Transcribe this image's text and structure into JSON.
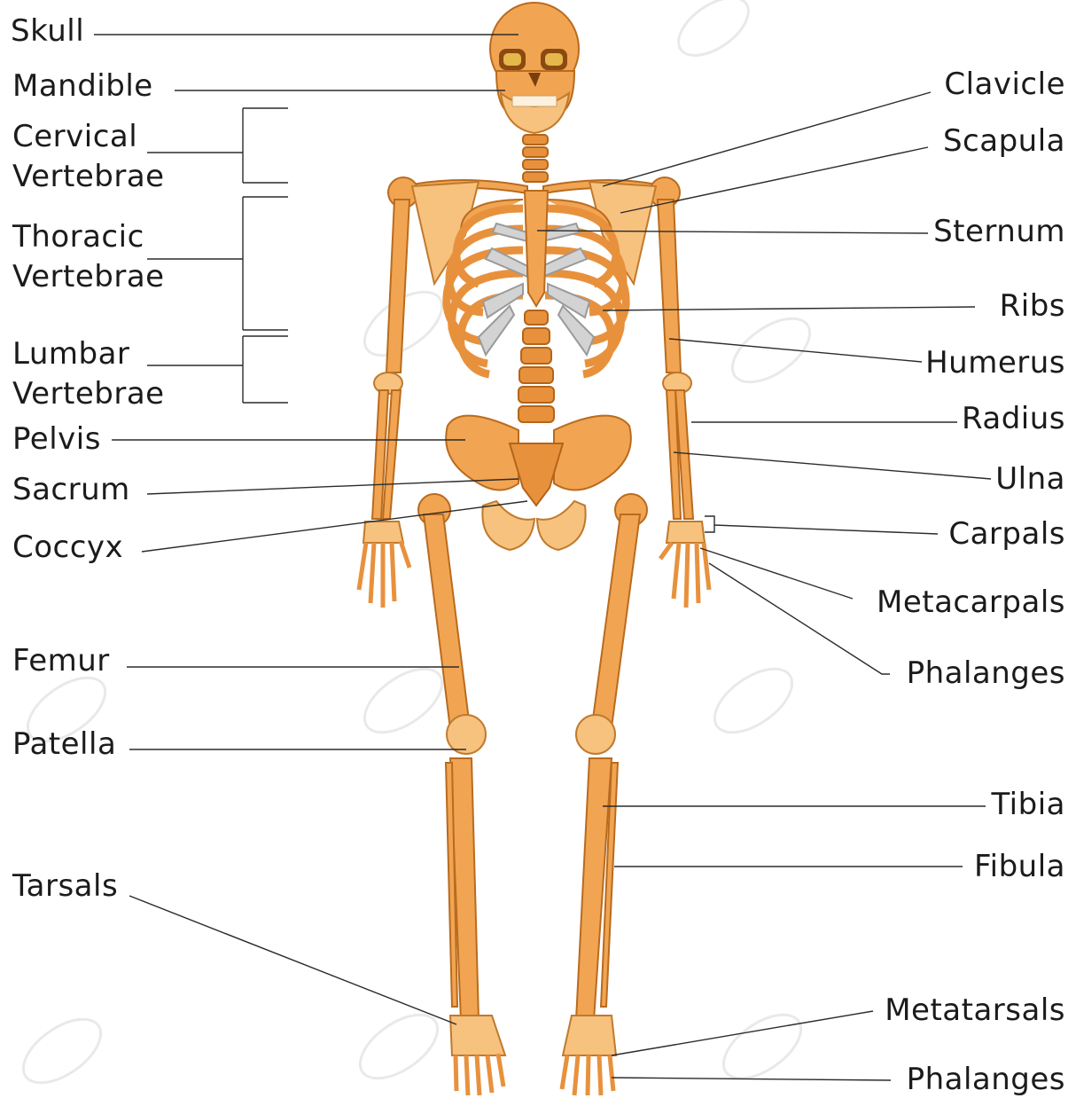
{
  "labels": {
    "skull": "Skull",
    "mandible": "Mandible",
    "cervical_1": "Cervical",
    "cervical_2": "Vertebrae",
    "thoracic_1": "Thoracic",
    "thoracic_2": "Vertebrae",
    "lumbar_1": "Lumbar",
    "lumbar_2": "Vertebrae",
    "pelvis": "Pelvis",
    "sacrum": "Sacrum",
    "coccyx": "Coccyx",
    "femur": "Femur",
    "patella": "Patella",
    "tarsals": "Tarsals",
    "clavicle": "Clavicle",
    "scapula": "Scapula",
    "sternum": "Sternum",
    "ribs": "Ribs",
    "humerus": "Humerus",
    "radius": "Radius",
    "ulna": "Ulna",
    "carpals": "Carpals",
    "metacarpals": "Metacarpals",
    "phalanges_hand": "Phalanges",
    "tibia": "Tibia",
    "fibula": "Fibula",
    "metatarsals": "Metatarsals",
    "phalanges_foot": "Phalanges"
  },
  "colors": {
    "bone": "#f1a552",
    "bone_outline": "#b96b1e",
    "cartilage": "#d3d3d3",
    "leader_line": "#2b2b2b"
  }
}
